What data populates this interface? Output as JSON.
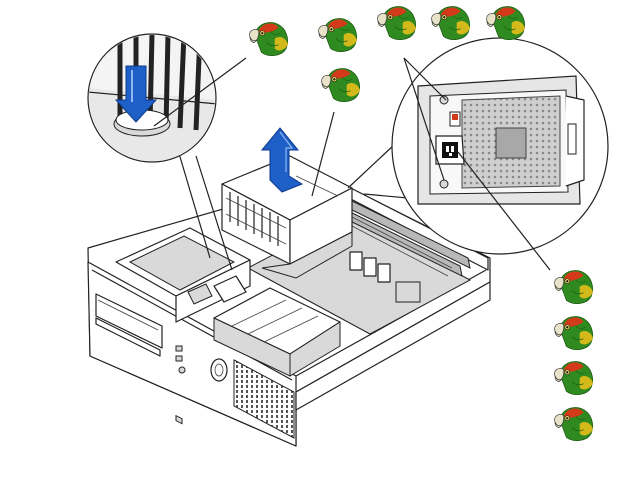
{
  "diagram": {
    "subject": "desktop-computer-power-supply-removal",
    "callout_count": 10,
    "callout_icon": "parrot-icon",
    "colors": {
      "arrow_blue": "#1f5fc8",
      "arrow_blue_dark": "#0d3a8a",
      "parrot_green": "#2f8a1f",
      "parrot_red": "#d23a1a",
      "parrot_yellow": "#f0c21a",
      "outline": "#222222"
    },
    "detail_views": [
      "release-tab-zoom",
      "power-supply-rear-zoom"
    ]
  }
}
